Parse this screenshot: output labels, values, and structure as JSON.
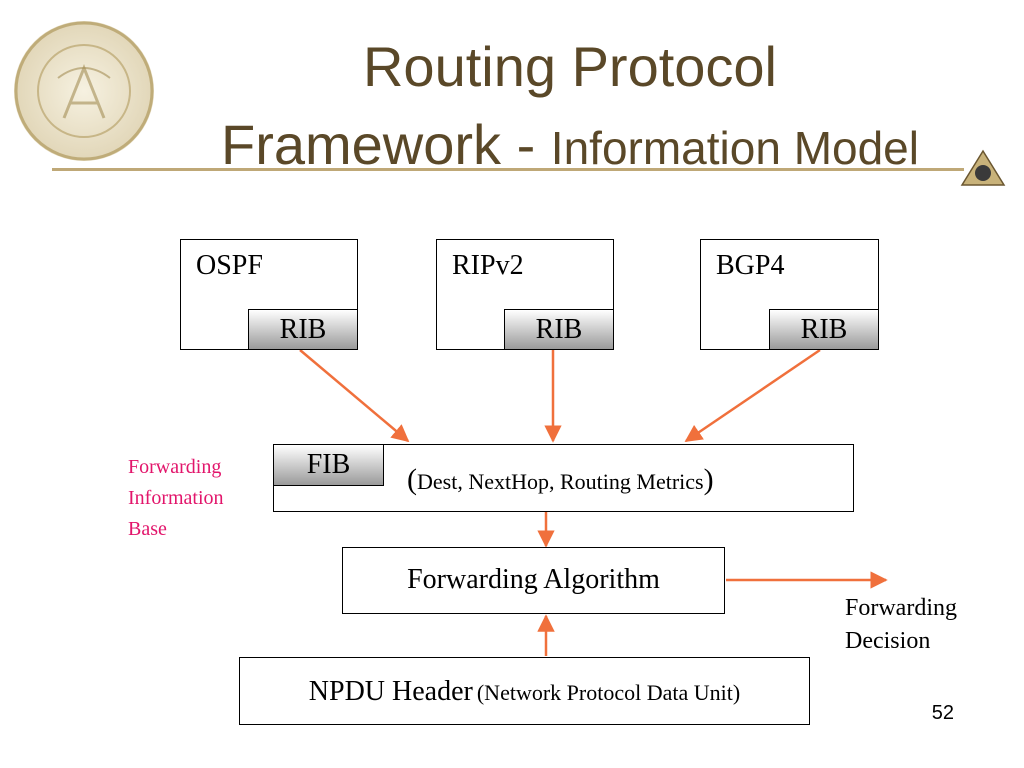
{
  "title": {
    "line1": "Routing Protocol",
    "line2_main": "Framework - ",
    "line2_sub": "Information Model"
  },
  "protocols": [
    {
      "name": "OSPF",
      "rib_label": "RIB"
    },
    {
      "name": "RIPv2",
      "rib_label": "RIB"
    },
    {
      "name": "BGP4",
      "rib_label": "RIB"
    }
  ],
  "fib": {
    "label": "FIB",
    "open_paren": "(",
    "fields": "Dest, NextHop, Routing Metrics",
    "close_paren": ")",
    "side_note": [
      "Forwarding",
      "Information",
      "Base"
    ]
  },
  "forwarding_algorithm": "Forwarding Algorithm",
  "npdu": {
    "label": "NPDU Header",
    "expansion": "(Network Protocol Data Unit)"
  },
  "forwarding_decision": [
    "Forwarding",
    "Decision"
  ],
  "page_number": "52",
  "colors": {
    "title": "#5a4828",
    "rule": "#bfa877",
    "arrow": "#f0703c",
    "side_note": "#e2156b"
  }
}
